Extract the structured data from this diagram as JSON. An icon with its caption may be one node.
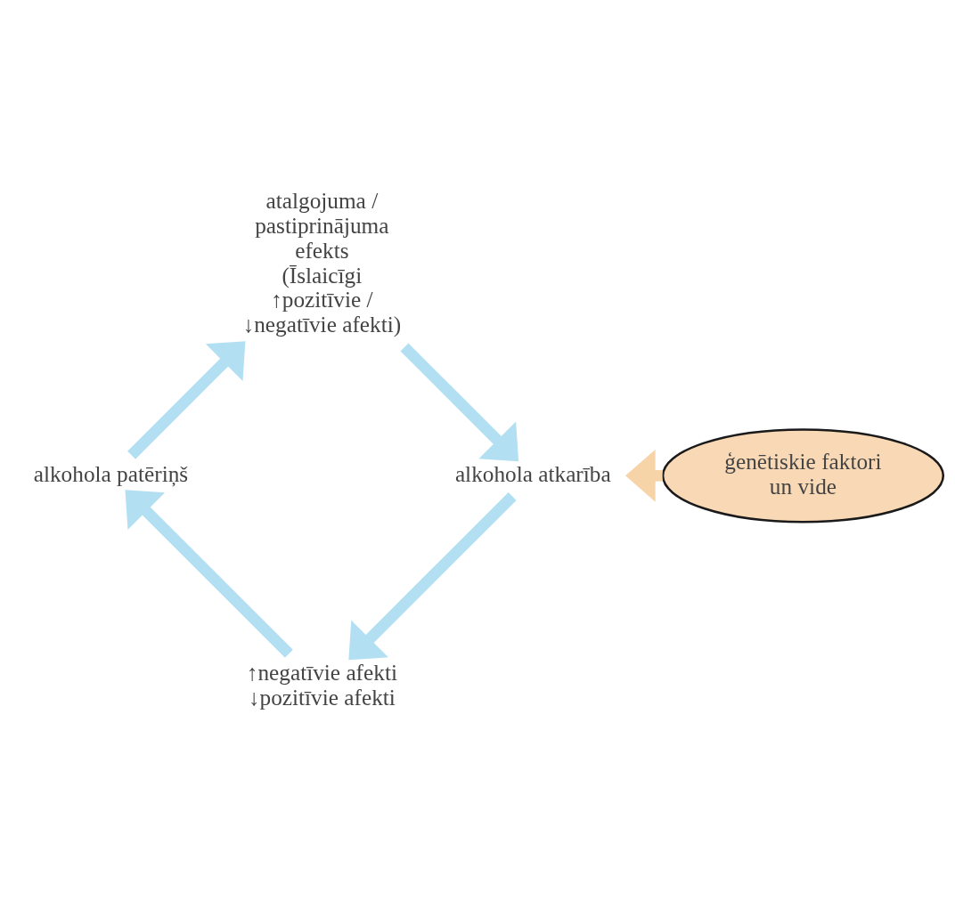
{
  "diagram": {
    "nodes": [
      {
        "text": [
          "↑negatīvie afekti ↓pozitīvie afekti"
        ]
      },
      {
        "text": [
          "alkohola patēriņš"
        ]
      },
      {
        "text": [
          "atalgojuma / pastiprinājuma efekts",
          "(Īslaicīgi ↑pozitīvie / ↓negatīvie afekti)"
        ]
      },
      {
        "text": [
          "alkohola atkarība"
        ]
      },
      {
        "text": [
          "ģenētiskie faktori un vide"
        ]
      }
    ],
    "edges": [
      {
        "from": 0,
        "to": 1,
        "arrow": "to"
      },
      {
        "from": 1,
        "to": 2,
        "arrow": "to"
      },
      {
        "from": 2,
        "to": 3,
        "arrow": "to"
      },
      {
        "from": 3,
        "to": 0,
        "arrow": "to"
      },
      {
        "from": 4,
        "to": 3,
        "arrow": "to",
        "color": "#f7d3a8"
      }
    ]
  }
}
